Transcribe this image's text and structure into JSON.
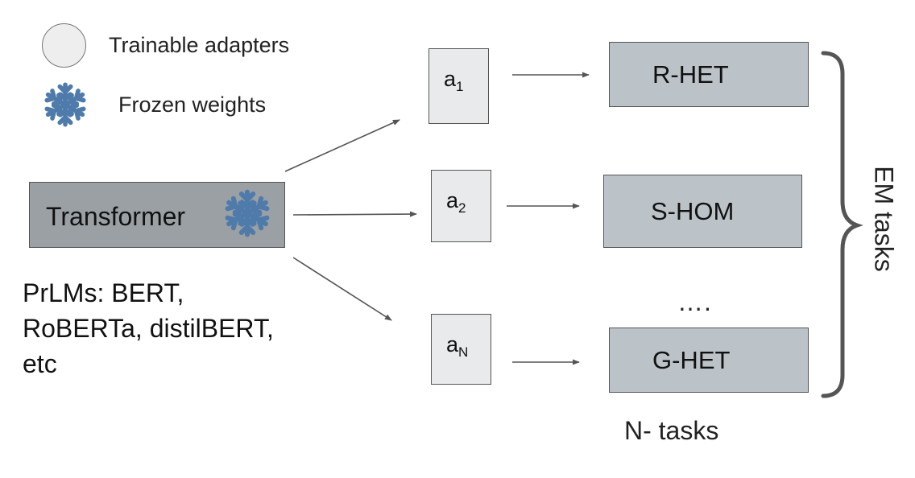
{
  "legend": {
    "trainable_label": "Trainable adapters",
    "frozen_label": "Frozen weights"
  },
  "transformer": {
    "label": "Transformer"
  },
  "prlms": {
    "lines": [
      "PrLMs: BERT,",
      "RoBERTa, distilBERT,",
      "etc"
    ]
  },
  "adapters": [
    {
      "base": "a",
      "sub": "1"
    },
    {
      "base": "a",
      "sub": "2"
    },
    {
      "base": "a",
      "sub": "N"
    }
  ],
  "tasks": [
    "R-HET",
    "S-HOM",
    "G-HET"
  ],
  "ellipsis": "….",
  "n_tasks_label": "N- tasks",
  "em_tasks_label": "EM tasks",
  "colors": {
    "snowflake": "#4f7bab",
    "transformer_fill": "#9aa0a4",
    "adapter_fill": "#e8eaec",
    "task_fill": "#bcc3c8",
    "arrow": "#555555"
  },
  "icons": {
    "frozen": "snowflake-icon",
    "trainable": "circle-icon"
  }
}
